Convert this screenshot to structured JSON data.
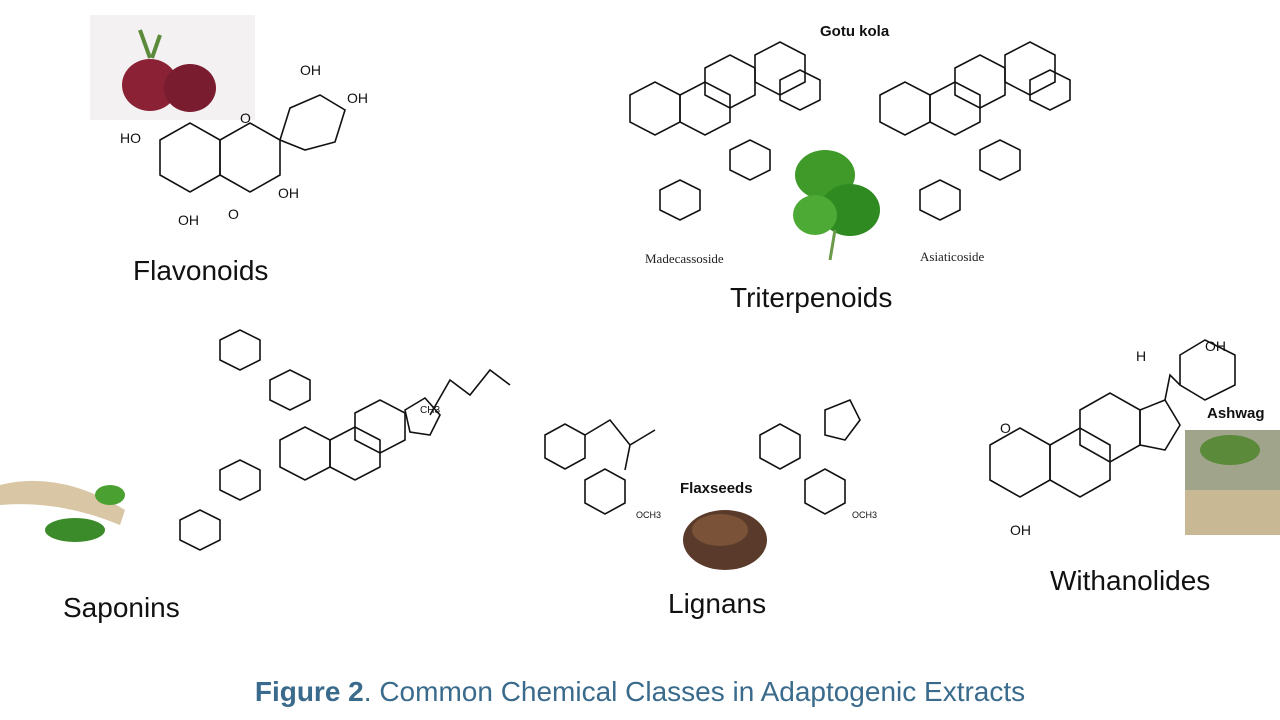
{
  "classes": {
    "flavonoids": "Flavonoids",
    "triterpenoids": "Triterpenoids",
    "saponins": "Saponins",
    "lignans": "Lignans",
    "withanolides": "Withanolides"
  },
  "sources": {
    "gotu_kola": "Gotu kola",
    "flaxseeds": "Flaxseeds",
    "ashwagandha": "Ashwag"
  },
  "compounds": {
    "madecassoside": "Madecassoside",
    "asiaticoside": "Asiaticoside"
  },
  "atoms": {
    "oh": "OH",
    "ho": "HO",
    "o": "O",
    "h": "H",
    "och3": "OCH3",
    "ch3": "CH3"
  },
  "caption": {
    "bold": "Figure 2",
    "rest": ". Common Chemical Classes in Adaptogenic Extracts"
  },
  "colors": {
    "caption": "#3a6b8c"
  }
}
